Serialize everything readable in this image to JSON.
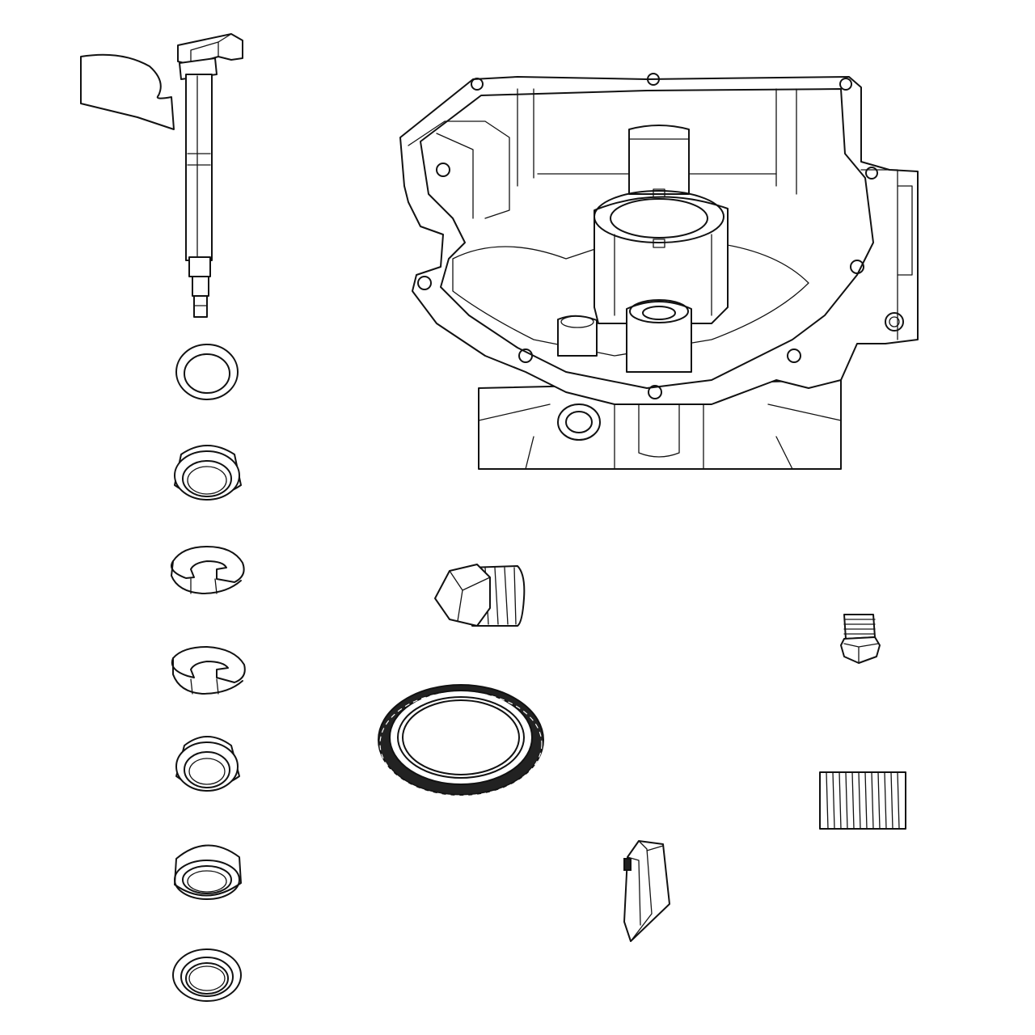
{
  "diagram": {
    "kind": "exploded parts view",
    "line_color": "#111111",
    "background_color": "#ffffff",
    "parts": [
      {
        "id": "governor-shaft",
        "icon": "governor-shaft-with-arm"
      },
      {
        "id": "washer",
        "icon": "flat-washer"
      },
      {
        "id": "bushing-1",
        "icon": "flanged-bushing"
      },
      {
        "id": "e-clip-1",
        "icon": "e-ring-retainer"
      },
      {
        "id": "e-clip-2",
        "icon": "e-ring-retainer"
      },
      {
        "id": "bushing-2",
        "icon": "flanged-bushing"
      },
      {
        "id": "bushing-3",
        "icon": "sleeve-bushing"
      },
      {
        "id": "oil-seal-small",
        "icon": "small-oil-seal"
      },
      {
        "id": "crankcase-sump",
        "icon": "engine-sump-housing"
      },
      {
        "id": "drain-plug",
        "icon": "hex-pipe-plug"
      },
      {
        "id": "oil-seal-large",
        "icon": "crankshaft-oil-seal"
      },
      {
        "id": "dipstick-tube-plug",
        "icon": "small-threaded-plug"
      },
      {
        "id": "dowel-pin",
        "icon": "knurled-dowel-pin"
      },
      {
        "id": "breather-valve",
        "icon": "reed-breather-valve"
      }
    ]
  }
}
